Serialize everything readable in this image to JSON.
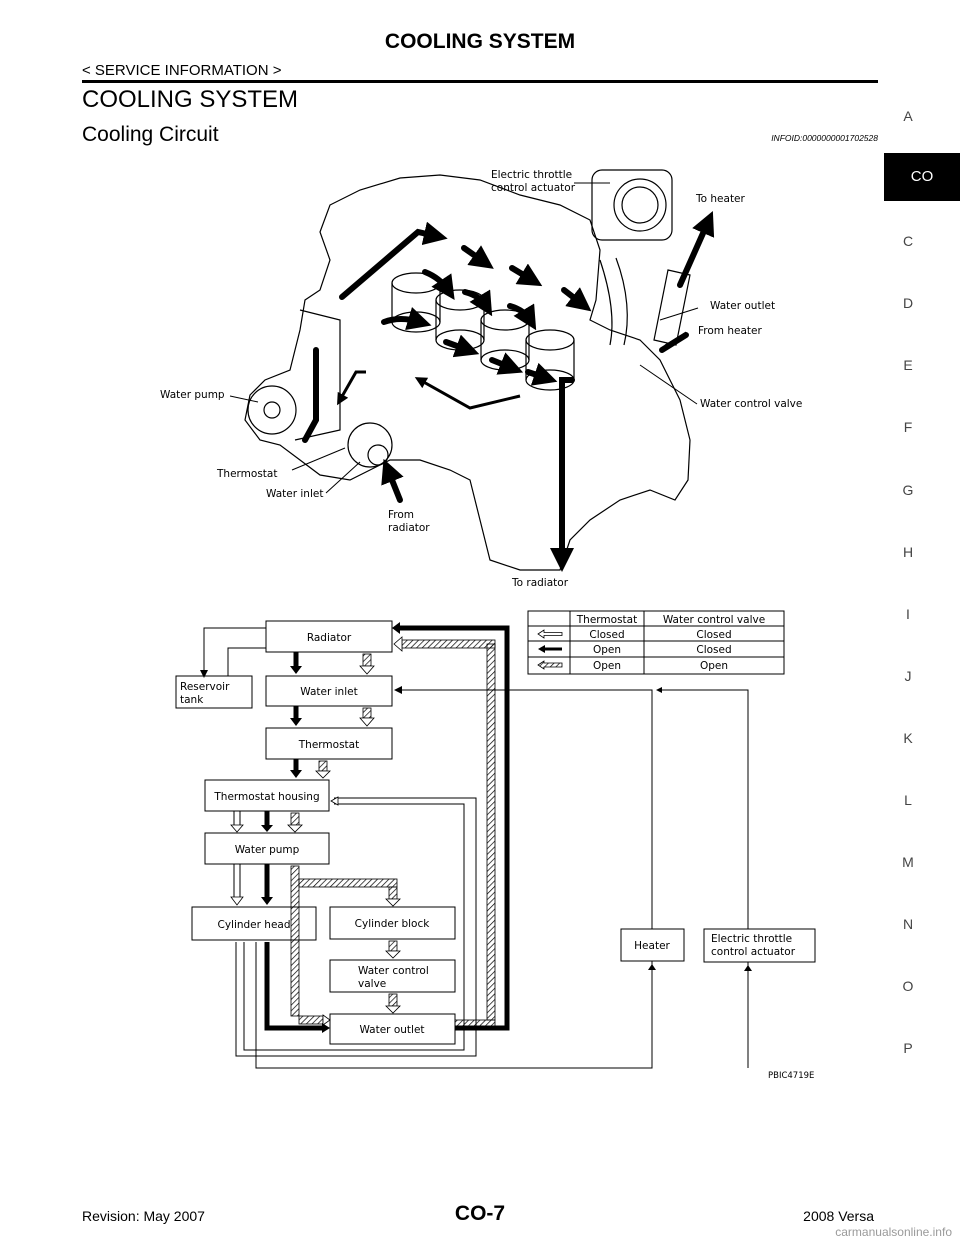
{
  "header": {
    "title": "COOLING SYSTEM",
    "subtitle": "< SERVICE INFORMATION >"
  },
  "section": {
    "title": "COOLING SYSTEM",
    "subtitle": "Cooling Circuit",
    "info_id": "INFOID:0000000001702528"
  },
  "side_index": {
    "active": "CO",
    "letters": [
      "A",
      "C",
      "D",
      "E",
      "F",
      "G",
      "H",
      "I",
      "J",
      "K",
      "L",
      "M",
      "N",
      "O",
      "P"
    ]
  },
  "engine_diagram": {
    "labels": {
      "etc_line1": "Electric throttle",
      "etc_line2": "control actuator",
      "to_heater": "To heater",
      "water_outlet": "Water outlet",
      "from_heater": "From heater",
      "water_control_valve": "Water control valve",
      "water_pump": "Water pump",
      "thermostat": "Thermostat",
      "water_inlet": "Water inlet",
      "from_radiator_line1": "From",
      "from_radiator_line2": "radiator",
      "to_radiator": "To radiator"
    }
  },
  "flow_diagram": {
    "legend": {
      "headers": [
        "Thermostat",
        "Water control valve"
      ],
      "rows": [
        {
          "arrow": "outline-arrow",
          "thermostat": "Closed",
          "valve": "Closed"
        },
        {
          "arrow": "solid-arrow",
          "thermostat": "Open",
          "valve": "Closed"
        },
        {
          "arrow": "hatched-arrow",
          "thermostat": "Open",
          "valve": "Open"
        }
      ]
    },
    "boxes": {
      "radiator": "Radiator",
      "reservoir_line1": "Reservoir",
      "reservoir_line2": "tank",
      "water_inlet": "Water inlet",
      "thermostat": "Thermostat",
      "thermostat_housing": "Thermostat housing",
      "water_pump": "Water pump",
      "cylinder_head": "Cylinder head",
      "cylinder_block": "Cylinder block",
      "water_control_valve_line1": "Water control",
      "water_control_valve_line2": "valve",
      "water_outlet": "Water outlet",
      "heater": "Heater",
      "etc_line1": "Electric throttle",
      "etc_line2": "control actuator"
    },
    "figure_code": "PBIC4719E"
  },
  "footer": {
    "revision": "Revision: May 2007",
    "page": "CO-7",
    "model": "2008 Versa",
    "watermark": "carmanualsonline.info"
  }
}
